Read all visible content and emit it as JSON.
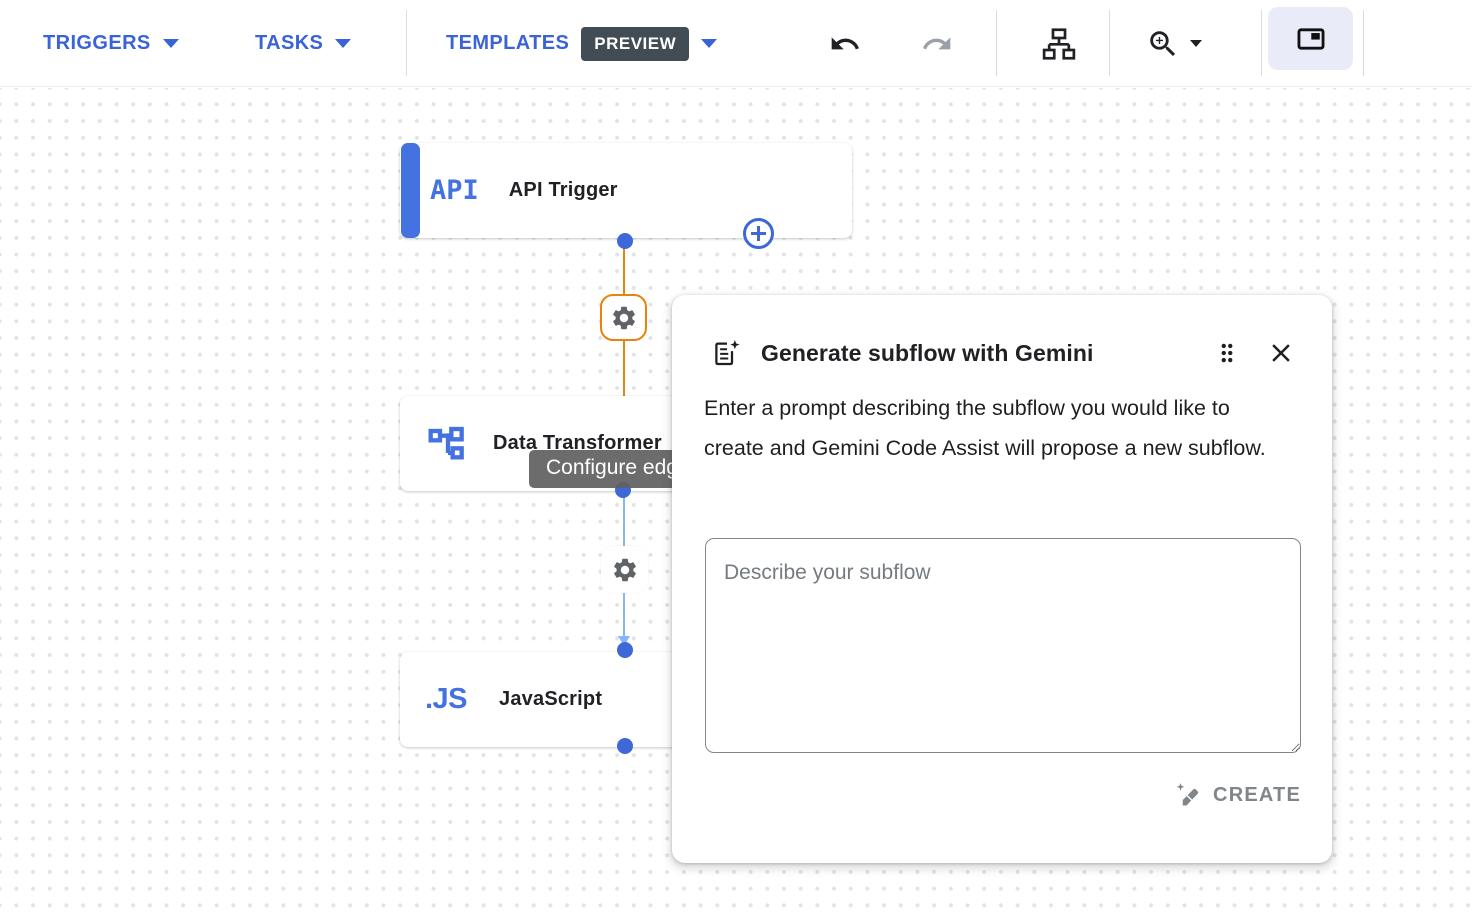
{
  "toolbar": {
    "triggers_label": "TRIGGERS",
    "tasks_label": "TASKS",
    "templates_label": "TEMPLATES",
    "preview_badge": "PREVIEW",
    "icons": [
      "undo-icon",
      "redo-icon",
      "layout-tree-icon",
      "zoom-in-icon",
      "side-panel-icon"
    ]
  },
  "canvas": {
    "nodes": [
      {
        "icon_text": "API",
        "label": "API Trigger"
      },
      {
        "icon": "data-transformer-icon",
        "label": "Data Transformer"
      },
      {
        "icon_text": ".JS",
        "label": "JavaScript"
      }
    ],
    "tooltip": "Configure edge",
    "edge_icons": [
      "settings-gear-icon",
      "settings-gear-icon"
    ],
    "add_button": "add-next-step"
  },
  "dialog": {
    "title": "Generate subflow with Gemini",
    "description": "Enter a prompt describing the subflow you would like to create and Gemini Code Assist will propose a new subflow.",
    "textarea_placeholder": "Describe your subflow",
    "textarea_value": "",
    "create_label": "CREATE"
  },
  "colors": {
    "blue": "#3b63d8",
    "node-blue": "#4472e0",
    "dot-blue": "#3e68d8",
    "orange": "#e8830f",
    "edge-blue": "#8ab4f8",
    "gear-gray": "#5f6368",
    "text-dark": "#202124",
    "muted": "#7f868c",
    "badge-bg": "#414c54",
    "hl-bg": "#e9ecf8"
  }
}
